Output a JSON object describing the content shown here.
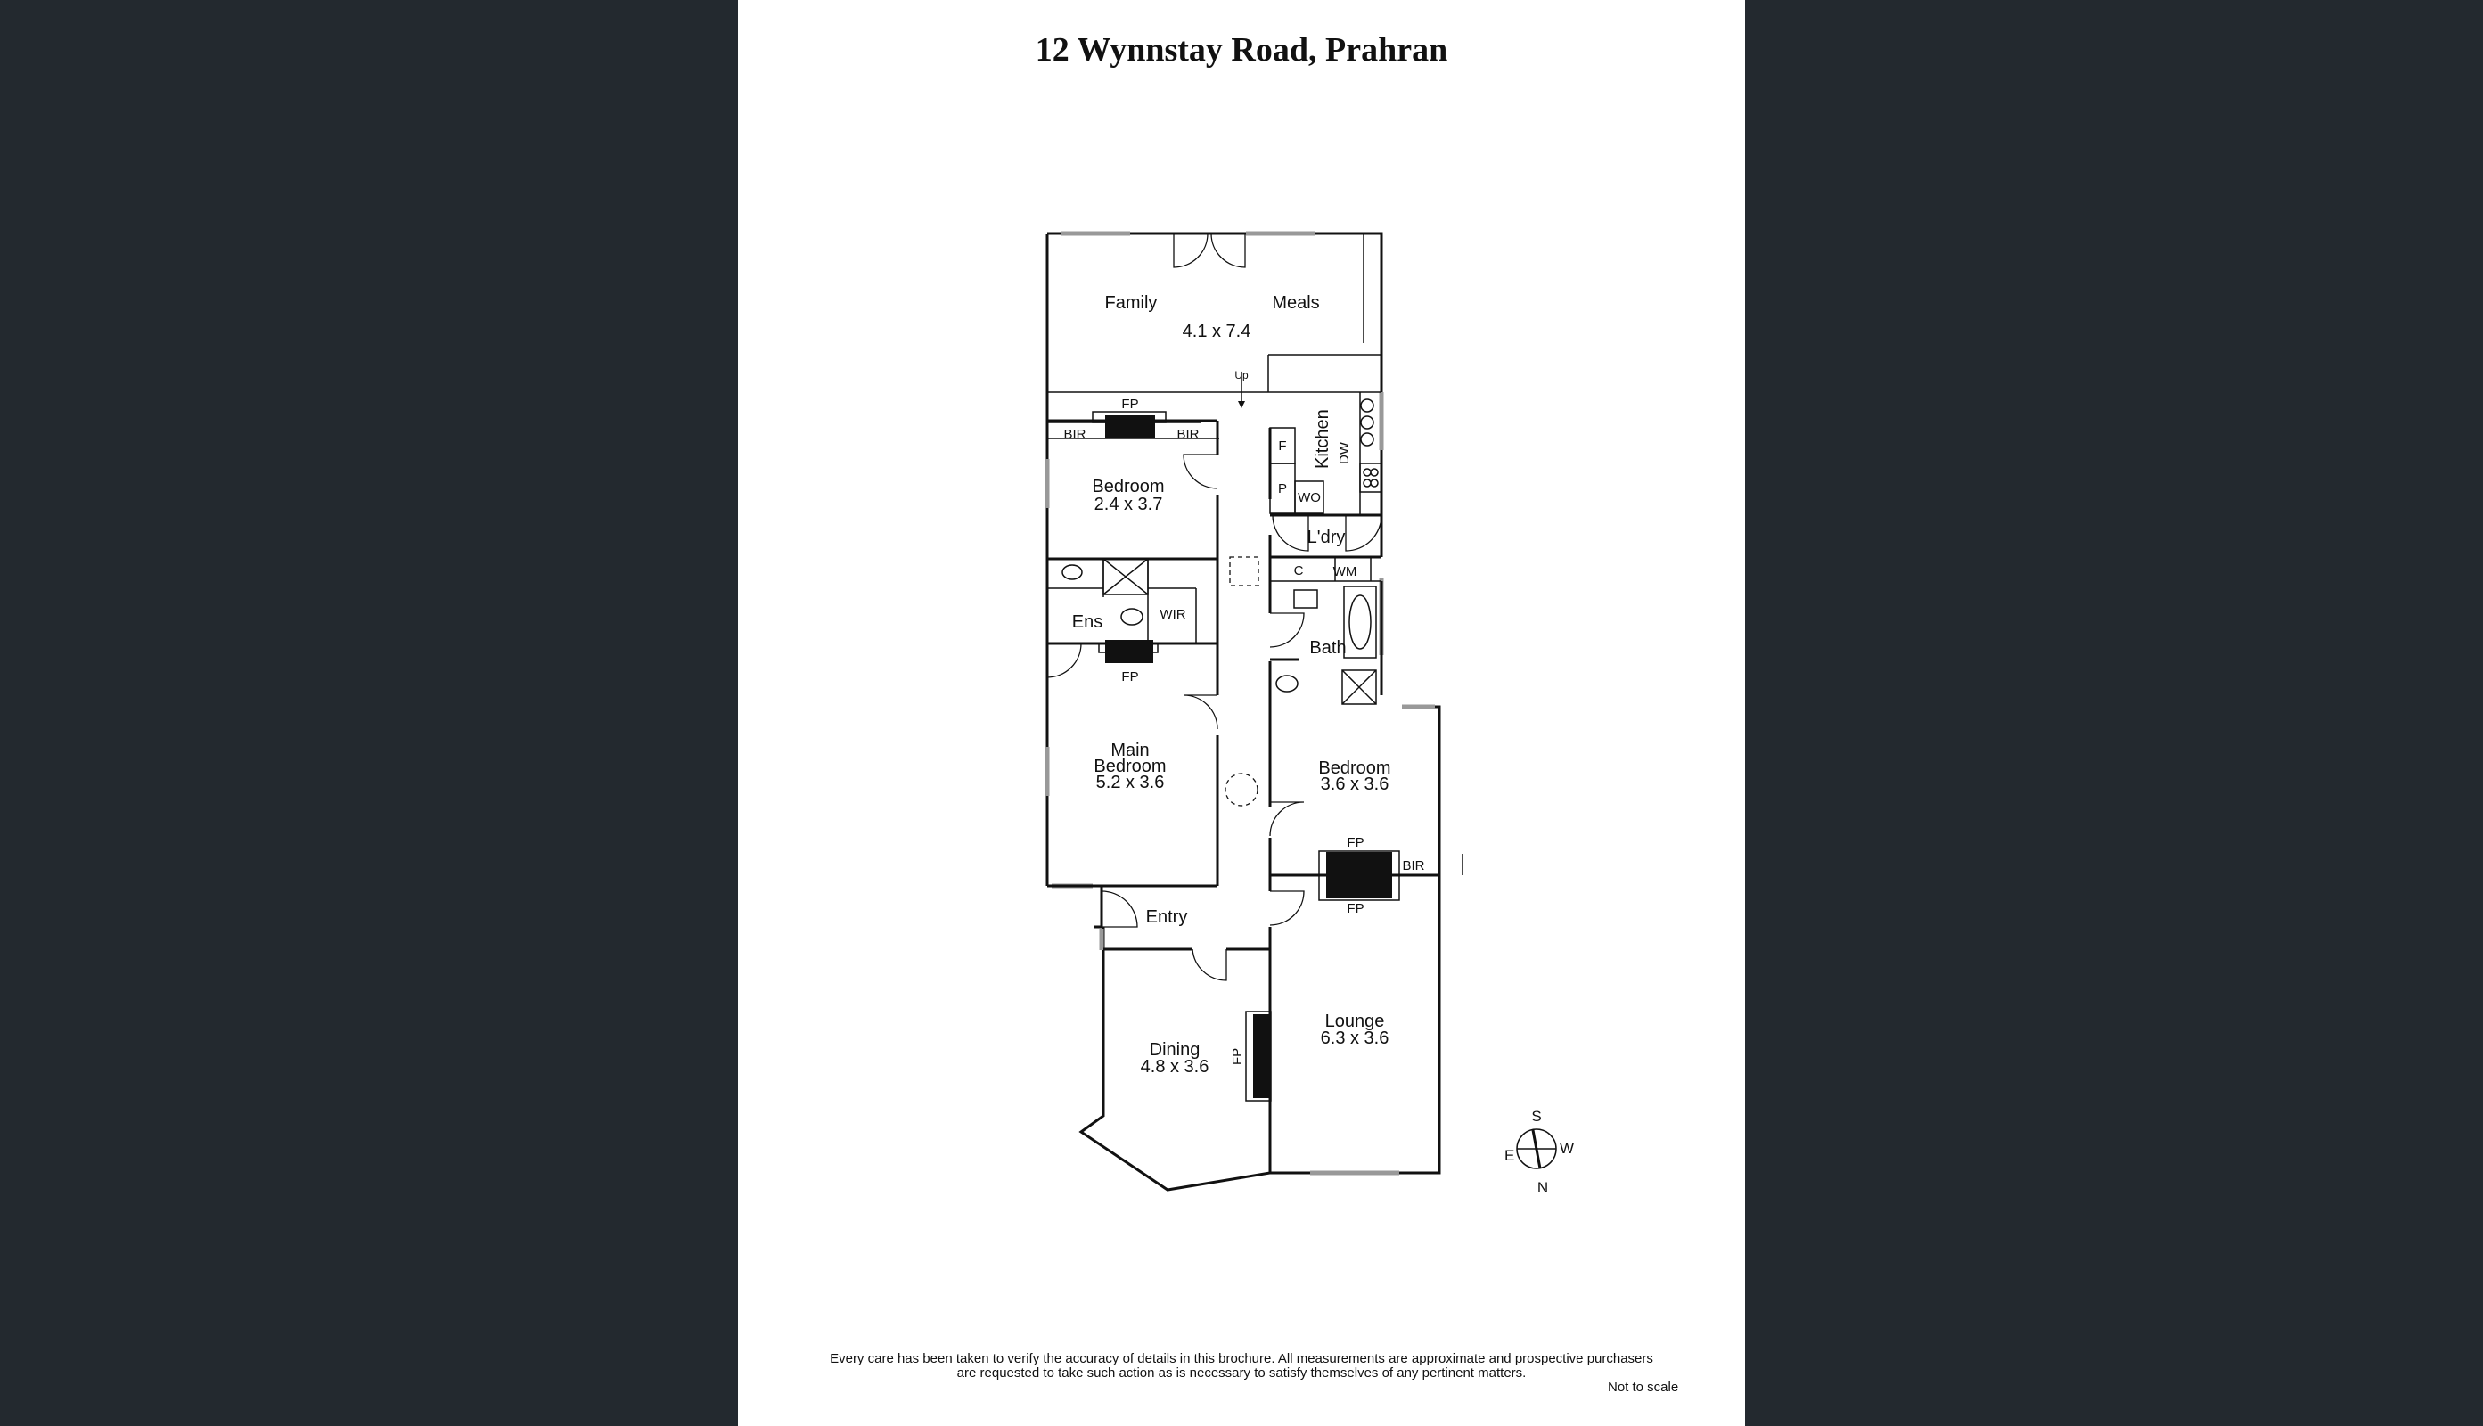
{
  "title": "12 Wynnstay Road, Prahran",
  "rooms": {
    "family": "Family",
    "meals": "Meals",
    "family_dims": "4.1 x 7.4",
    "up": "Up",
    "kitchen": "Kitchen",
    "dw": "DW",
    "fridge": "F",
    "pantry": "P",
    "wo": "WO",
    "bedroom2": "Bedroom",
    "bedroom2_dims": "2.4 x 3.7",
    "bir": "BIR",
    "fp": "FP",
    "laundry": "L'dry",
    "cupboard": "C",
    "wm": "WM",
    "ensuite": "Ens",
    "wir": "WIR",
    "bath": "Bath",
    "main_bedroom_line1": "Main",
    "main_bedroom_line2": "Bedroom",
    "main_bedroom_dims": "5.2 x 3.6",
    "bedroom3": "Bedroom",
    "bedroom3_dims": "3.6 x 3.6",
    "entry": "Entry",
    "dining": "Dining",
    "dining_dims": "4.8 x 3.6",
    "lounge": "Lounge",
    "lounge_dims": "6.3 x 3.6"
  },
  "compass": {
    "s": "S",
    "w": "W",
    "e": "E",
    "n": "N"
  },
  "disclaimer_line1": "Every care has been taken to verify the accuracy of details in this brochure.  All measurements are approximate and prospective purchasers",
  "disclaimer_line2": "are requested to take such action as is necessary to satisfy themselves of any pertinent matters.",
  "not_to_scale": "Not to scale"
}
